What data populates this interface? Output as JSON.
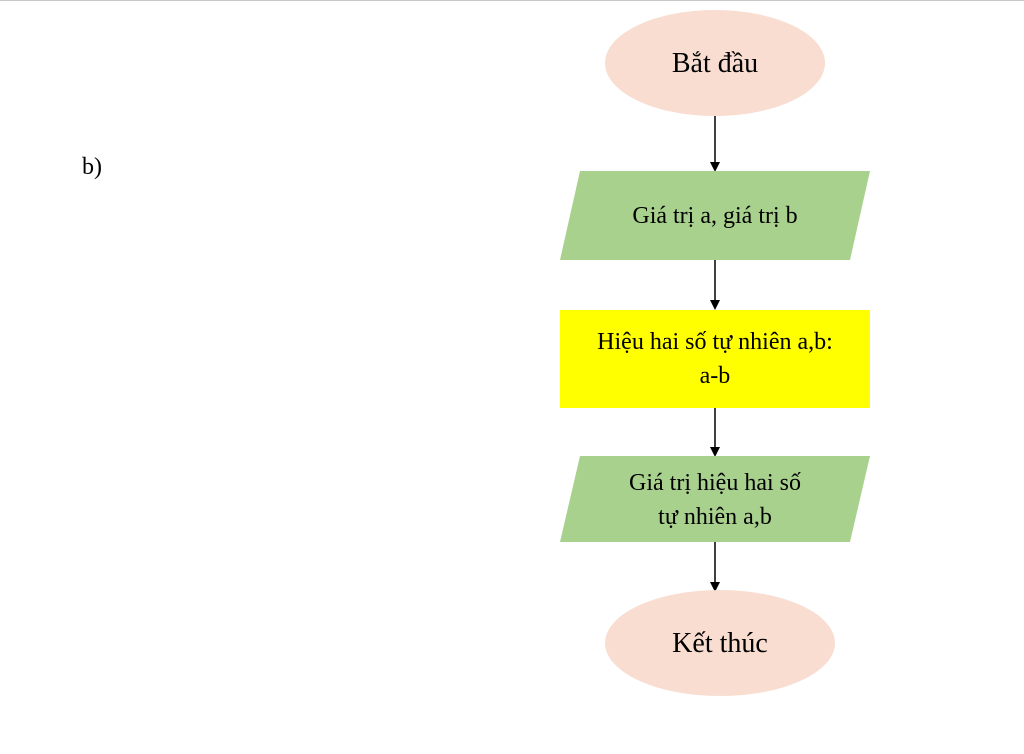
{
  "part_label": "b)",
  "flowchart": {
    "nodes": [
      {
        "id": "start",
        "shape": "ellipse",
        "text": "Bắt đầu",
        "fill": "#f8ddd0"
      },
      {
        "id": "input",
        "shape": "parallelogram",
        "text": "Giá trị a, giá trị b",
        "fill": "#a9d18e"
      },
      {
        "id": "process",
        "shape": "rectangle",
        "text": "Hiệu hai số tự nhiên a,b:\na-b",
        "fill": "#ffff00"
      },
      {
        "id": "output",
        "shape": "parallelogram",
        "text": "Giá trị hiệu hai số\ntự nhiên a,b",
        "fill": "#a9d18e"
      },
      {
        "id": "end",
        "shape": "ellipse",
        "text": "Kết thúc",
        "fill": "#f8ddd0"
      }
    ],
    "edges": [
      {
        "from": "start",
        "to": "input"
      },
      {
        "from": "input",
        "to": "process"
      },
      {
        "from": "process",
        "to": "output"
      },
      {
        "from": "output",
        "to": "end"
      }
    ],
    "arrow_color": "#000000"
  }
}
